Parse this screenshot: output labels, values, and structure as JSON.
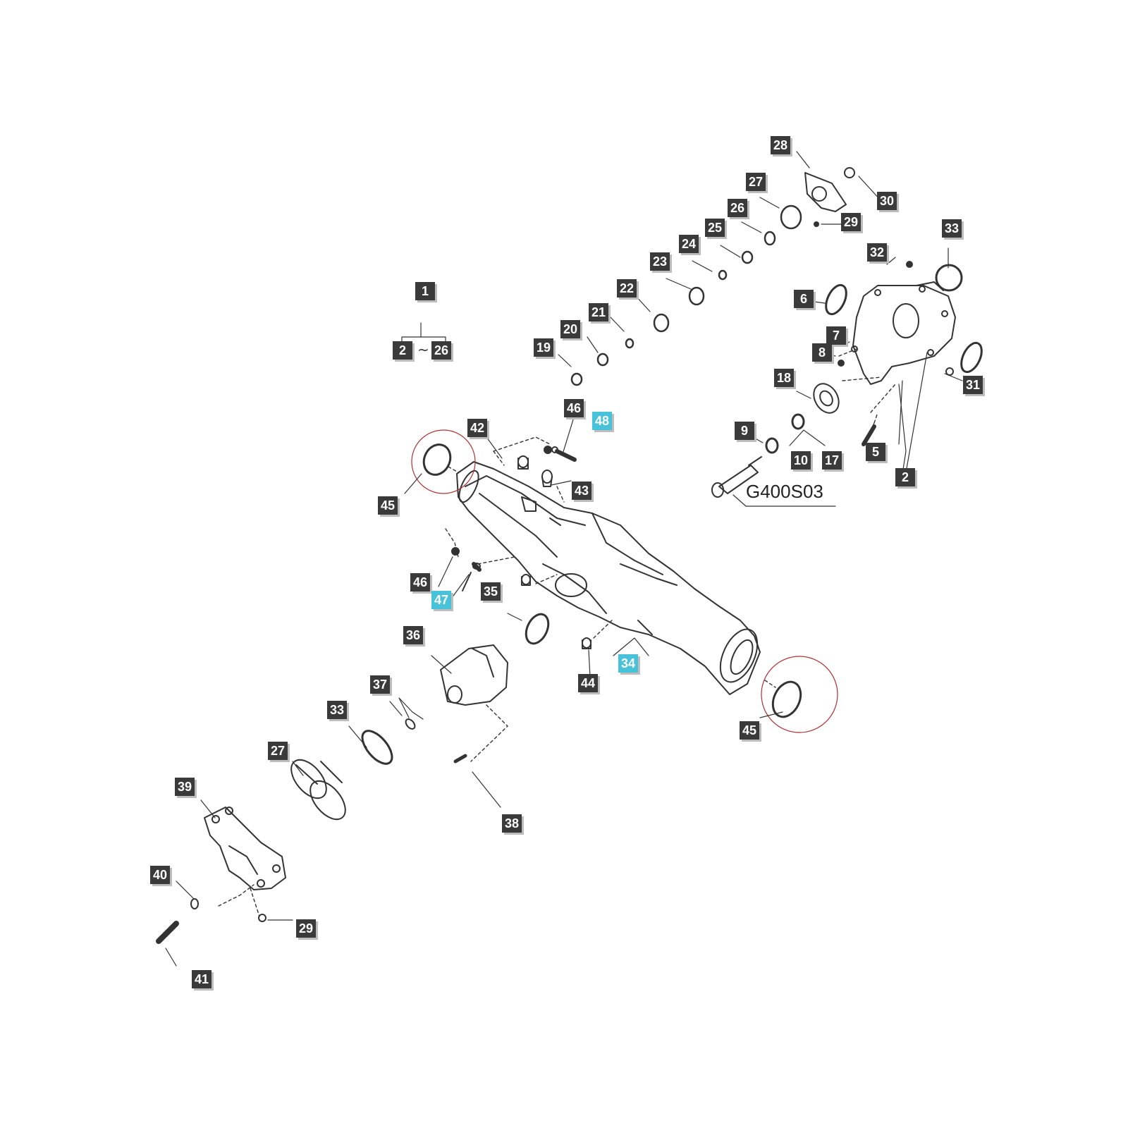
{
  "diagram_code": "G400S03",
  "range_separator": "~",
  "labels": {
    "p28": "28",
    "p30": "30",
    "p27a": "27",
    "p29a": "29",
    "p26": "26",
    "p25": "25",
    "p24": "24",
    "p23": "23",
    "p22": "22",
    "p21": "21",
    "p20": "20",
    "p19": "19",
    "p32": "32",
    "p33a": "33",
    "p6": "6",
    "p7": "7",
    "p8": "8",
    "p31": "31",
    "p18": "18",
    "p9": "9",
    "p10": "10",
    "p17": "17",
    "p5": "5",
    "p2b": "2",
    "p1": "1",
    "p2a": "2",
    "p26b": "26",
    "p46a": "46",
    "p48": "48",
    "p42": "42",
    "p43": "43",
    "p45a": "45",
    "p46b": "46",
    "p47": "47",
    "p35": "35",
    "p36": "36",
    "p44": "44",
    "p34": "34",
    "p45b": "45",
    "p37": "37",
    "p33b": "33",
    "p27b": "27",
    "p39": "39",
    "p38": "38",
    "p40": "40",
    "p29b": "29",
    "p41": "41"
  },
  "colors": {
    "label_bg": "#3a3a3a",
    "highlight_bg": "#48c2d8",
    "circle": "#b03030"
  }
}
